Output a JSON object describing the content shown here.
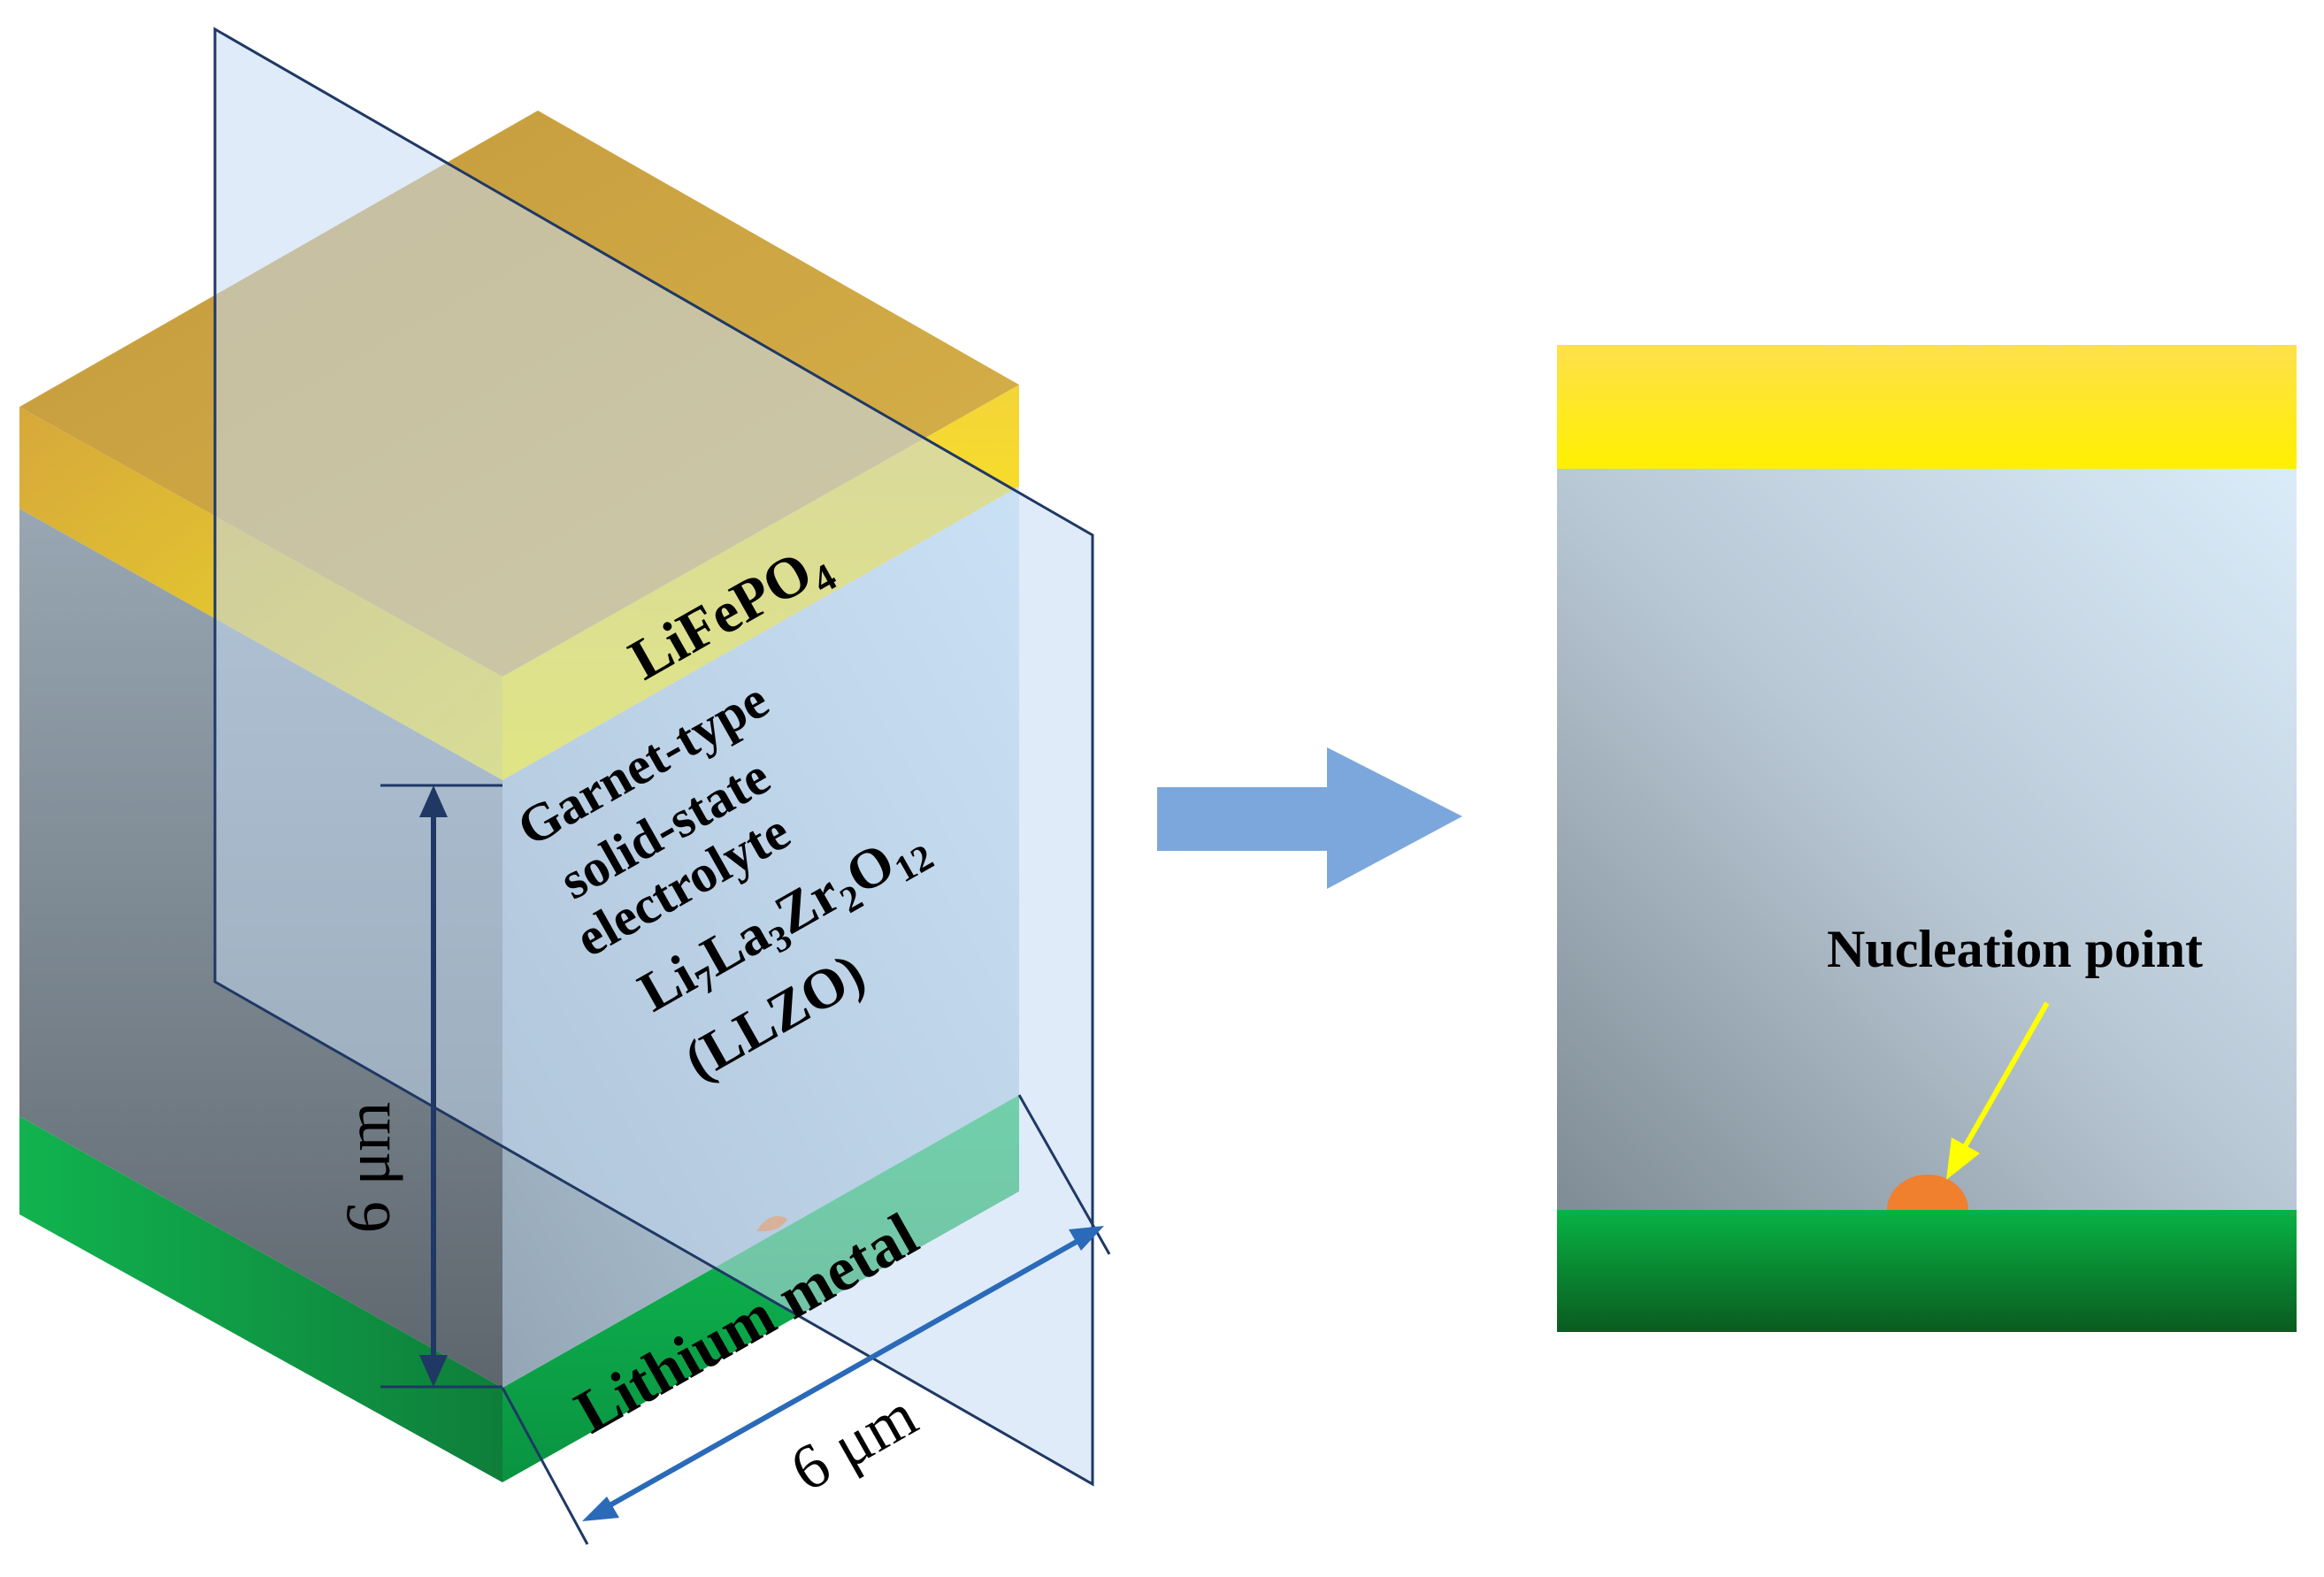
{
  "left_model": {
    "cathode_label": "LiFePO",
    "cathode_subscript": "4",
    "electrolyte_lines": [
      "Garnet-type",
      "solid-state",
      "electrolyte"
    ],
    "formula": {
      "parts": [
        "Li",
        "7",
        "La",
        "3",
        "Zr",
        "2",
        "O",
        "12"
      ]
    },
    "abbreviation": "(LLZO)",
    "anode_label": "Lithium metal",
    "height_dimension": "6 μm",
    "width_dimension": "6 μm"
  },
  "right_section": {
    "nucleation_label": "Nucleation point"
  },
  "colors": {
    "cathode_yellow": "#ffee00",
    "cathode_gold": "#c9a247",
    "electrolyte_blue": "#c8e2f5",
    "anode_green": "#0aa84a",
    "nucleus_orange": "#f07f2e",
    "arrow_blue": "#7ba7dc",
    "section_plane": "#c5daf2",
    "plane_edge": "#1f3864",
    "dimension_line": "#2a6ab8"
  }
}
